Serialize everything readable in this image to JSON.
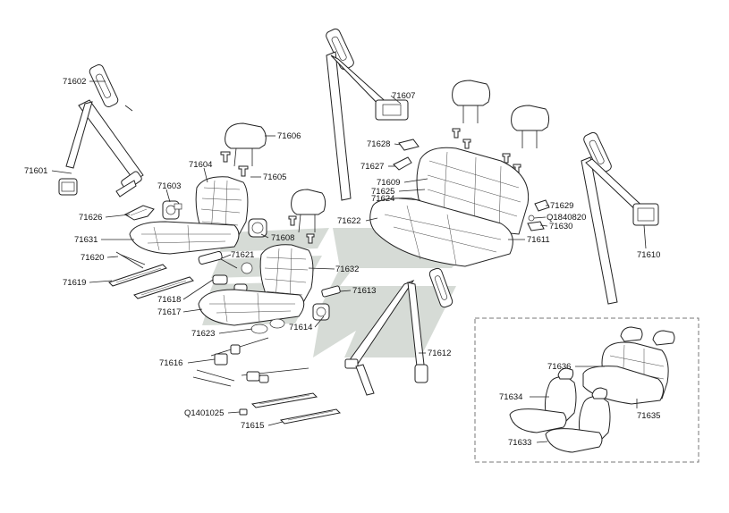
{
  "colors": {
    "watermark": "#cfd5cf",
    "line": "#222222",
    "inset_border": "#777777"
  },
  "labels": {
    "71601": "71601",
    "71602": "71602",
    "71603": "71603",
    "71604": "71604",
    "71605": "71605",
    "71606": "71606",
    "71607": "71607",
    "71608": "71608",
    "71609": "71609",
    "71610": "71610",
    "71611": "71611",
    "71612": "71612",
    "71613": "71613",
    "71614": "71614",
    "71615": "71615",
    "71616": "71616",
    "71617": "71617",
    "71618": "71618",
    "71619": "71619",
    "71620": "71620",
    "71621": "71621",
    "71622": "71622",
    "71623": "71623",
    "71624": "71624",
    "71625": "71625",
    "71626": "71626",
    "71627": "71627",
    "71628": "71628",
    "71629": "71629",
    "71630": "71630",
    "71631": "71631",
    "71632": "71632",
    "71633": "71633",
    "71634": "71634",
    "71635": "71635",
    "71636": "71636",
    "Q1840820": "Q1840820",
    "Q1401025": "Q1401025"
  }
}
